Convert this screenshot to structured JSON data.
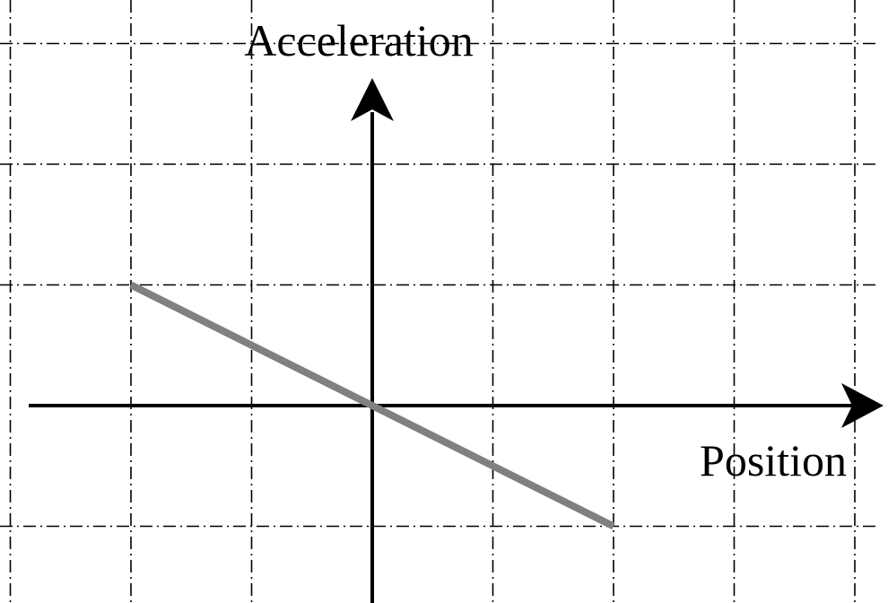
{
  "chart_data": {
    "type": "line",
    "xlabel": "Position",
    "ylabel": "Acceleration",
    "xlim": [
      -3,
      4
    ],
    "ylim": [
      -1.5,
      3
    ],
    "grid": true,
    "grid_style": "dash-dot",
    "series": [
      {
        "color": "#808080",
        "points": [
          {
            "x": -2,
            "y": 1
          },
          {
            "x": 2,
            "y": -1
          }
        ]
      }
    ]
  }
}
